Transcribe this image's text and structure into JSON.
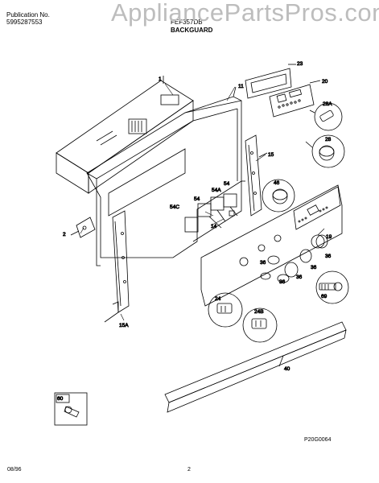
{
  "header": {
    "publication_label": "Publication No.",
    "publication_number": "5995287553",
    "model": "FEF357DB",
    "section_title": "BACKGUARD"
  },
  "watermark": "AppliancePartsPros.com",
  "callouts": {
    "c1": "1",
    "c2": "2",
    "c11": "11",
    "c14": "14",
    "c15": "15",
    "c15a": "15A",
    "c19": "19",
    "c20": "20",
    "c23": "23",
    "c24": "24",
    "c24b": "24B",
    "c28": "28",
    "c28a": "28A",
    "c36a": "36",
    "c36b": "36",
    "c36c": "36",
    "c36d": "36",
    "c36e": "36",
    "c40": "40",
    "c46": "46",
    "c54": "54",
    "c54a": "54A",
    "c54c": "54C",
    "c54b": "54",
    "c60": "60",
    "c69": "69"
  },
  "footer": {
    "drawing_code": "P20G0064",
    "date": "08/96",
    "page": "2"
  }
}
